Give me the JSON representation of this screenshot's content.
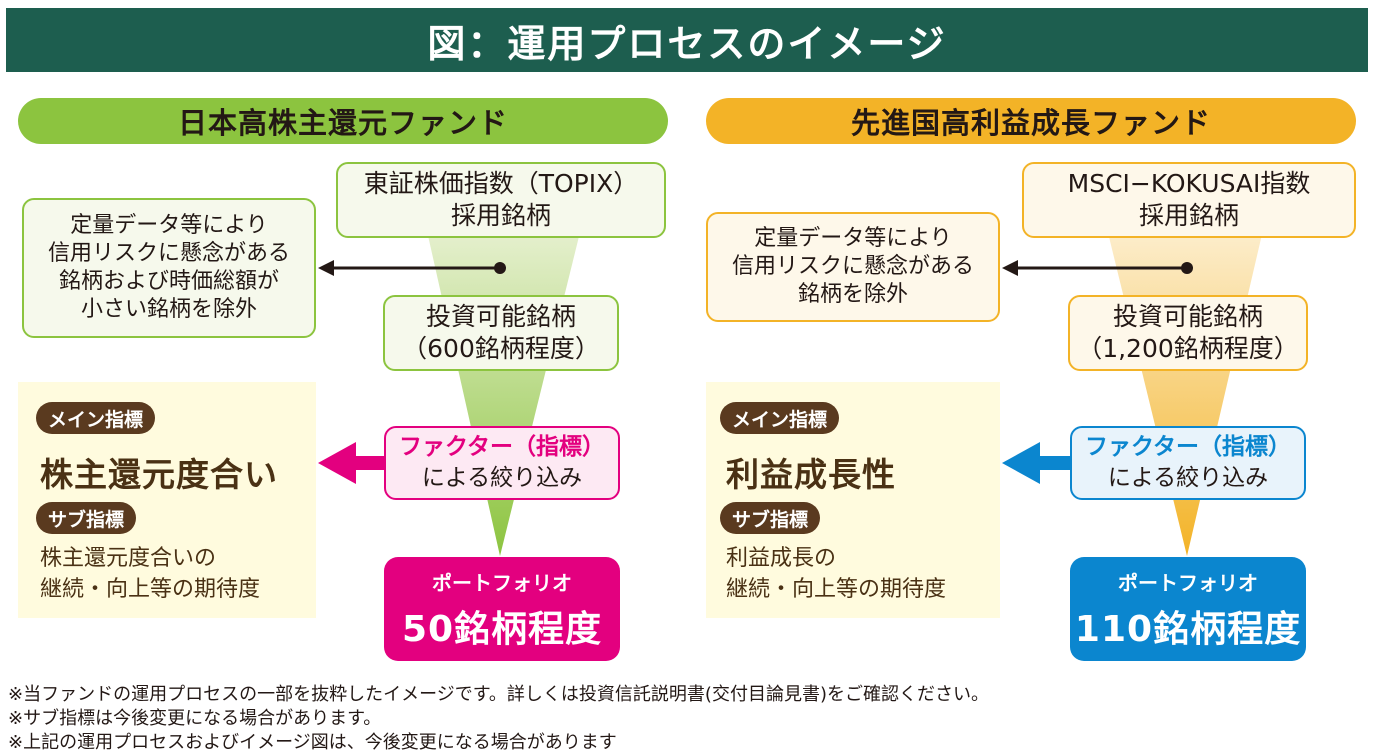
{
  "title": "図：運用プロセスのイメージ",
  "left_fund": {
    "name": "日本高株主還元ファンド",
    "universe_lines": [
      "東証株価指数（TOPIX）",
      "採用銘柄"
    ],
    "exclusion_lines": [
      "定量データ等により",
      "信用リスクに懸念がある",
      "銘柄および時価総額が",
      "小さい銘柄を除外"
    ],
    "investable_lines": [
      "投資可能銘柄",
      "（600銘柄程度）"
    ],
    "main_indicator_label": "メイン指標",
    "main_indicator": "株主還元度合い",
    "sub_indicator_label": "サブ指標",
    "sub_indicator_lines": [
      "株主還元度合いの",
      "継続・向上等の期待度"
    ],
    "factor_lines": [
      "ファクター（指標）",
      "による絞り込み"
    ],
    "portfolio_label": "ポートフォリオ",
    "portfolio_count": "50銘柄程度"
  },
  "right_fund": {
    "name": "先進国高利益成長ファンド",
    "universe_lines": [
      "MSCI−KOKUSAI指数",
      "採用銘柄"
    ],
    "exclusion_lines": [
      "定量データ等により",
      "信用リスクに懸念がある",
      "銘柄を除外"
    ],
    "investable_lines": [
      "投資可能銘柄",
      "（1,200銘柄程度）"
    ],
    "main_indicator_label": "メイン指標",
    "main_indicator": "利益成長性",
    "sub_indicator_label": "サブ指標",
    "sub_indicator_lines": [
      "利益成長の",
      "継続・向上等の期待度"
    ],
    "factor_lines": [
      "ファクター（指標）",
      "による絞り込み"
    ],
    "portfolio_label": "ポートフォリオ",
    "portfolio_count": "110銘柄程度"
  },
  "footnotes": [
    "※当ファンドの運用プロセスの一部を抜粋したイメージです。詳しくは投資信託説明書(交付目論見書)をご確認ください。",
    "※サブ指標は今後変更になる場合があります。",
    "※上記の運用プロセスおよびイメージ図は、今後変更になる場合があります"
  ],
  "colors": {
    "title_bg": "#1d5e4f",
    "left_accent": "#8cc43f",
    "right_accent": "#f3b327",
    "left_portfolio": "#e3007f",
    "right_portfolio": "#0b86cf",
    "indicator_pill": "#5a3a1f",
    "panel_bg": "#fffbde"
  }
}
